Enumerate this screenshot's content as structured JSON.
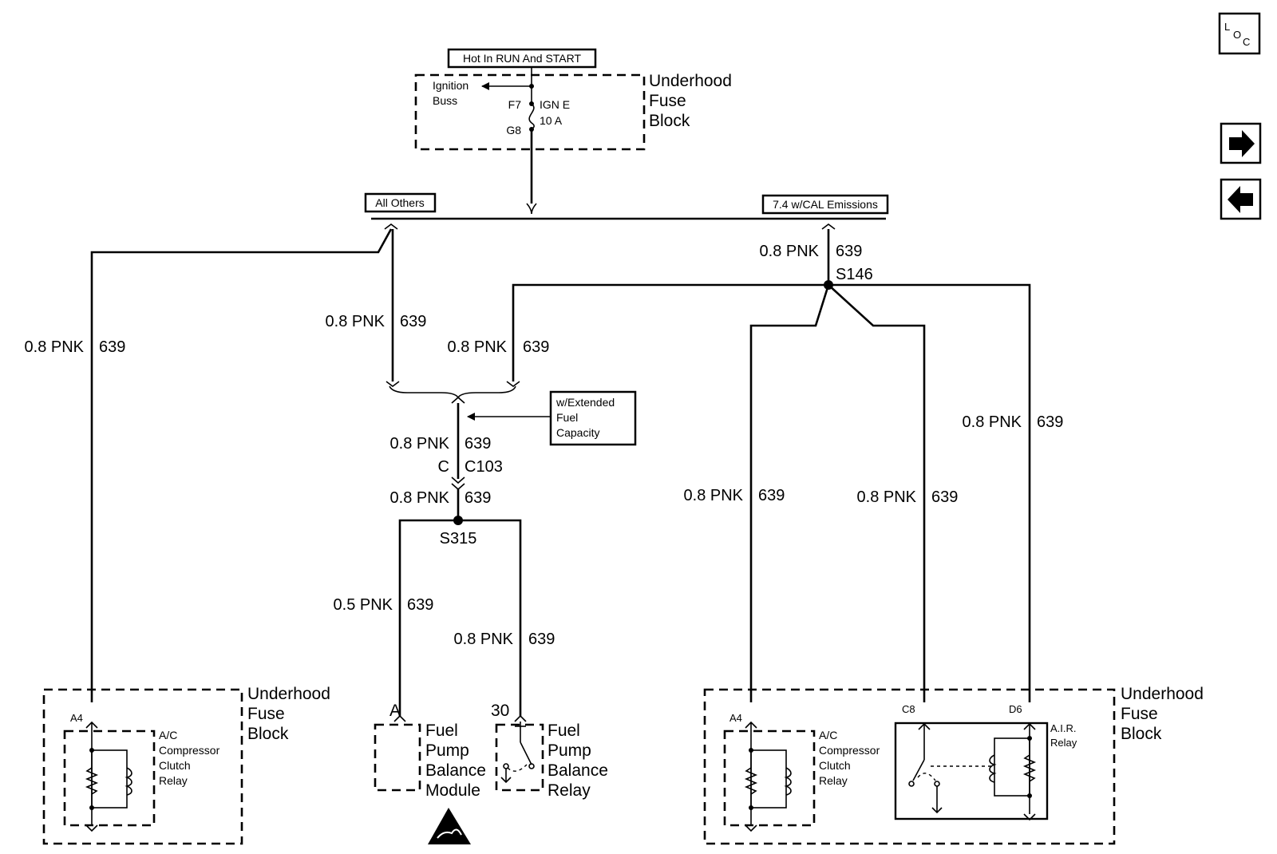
{
  "fuse_block_top": {
    "condition": "Hot In RUN And START",
    "ignition_line1": "Ignition",
    "ignition_line2": "Buss",
    "terminal_in": "F7",
    "terminal_out": "G8",
    "fuse_name": "IGN E",
    "fuse_rating": "10 A",
    "name_line1": "Underhood",
    "name_line2": "Fuse",
    "name_line3": "Block"
  },
  "option_labels": {
    "all_others": "All Others",
    "cal_emissions": "7.4 w/CAL Emissions",
    "extended_line1": "w/Extended",
    "extended_line2": "Fuel",
    "extended_line3": "Capacity"
  },
  "wire": {
    "size_color": "0.8 PNK",
    "size_color_small": "0.5 PNK",
    "circuit": "639"
  },
  "splices": {
    "s146": "S146",
    "s315": "S315"
  },
  "connector": {
    "pin": "C",
    "name": "C103"
  },
  "terminals": {
    "a4_left": "A4",
    "a_module": "A",
    "t30": "30",
    "a4_right": "A4",
    "c8": "C8",
    "d6": "D6"
  },
  "fuse_block_left": {
    "relay_line1": "A/C",
    "relay_line2": "Compressor",
    "relay_line3": "Clutch",
    "relay_line4": "Relay",
    "name_line1": "Underhood",
    "name_line2": "Fuse",
    "name_line3": "Block"
  },
  "fuel_pump_module": {
    "line1": "Fuel",
    "line2": "Pump",
    "line3": "Balance",
    "line4": "Module"
  },
  "fuel_pump_relay": {
    "line1": "Fuel",
    "line2": "Pump",
    "line3": "Balance",
    "line4": "Relay"
  },
  "fuse_block_right": {
    "relay_line1": "A/C",
    "relay_line2": "Compressor",
    "relay_line3": "Clutch",
    "relay_line4": "Relay",
    "air_line1": "A.I.R.",
    "air_line2": "Relay",
    "name_line1": "Underhood",
    "name_line2": "Fuse",
    "name_line3": "Block"
  },
  "nav": {
    "loc_l": "L",
    "loc_o": "O",
    "loc_c": "C"
  },
  "icons": {
    "next": "right-arrow-icon",
    "prev": "left-arrow-icon",
    "esd": "esd-warning-icon"
  }
}
